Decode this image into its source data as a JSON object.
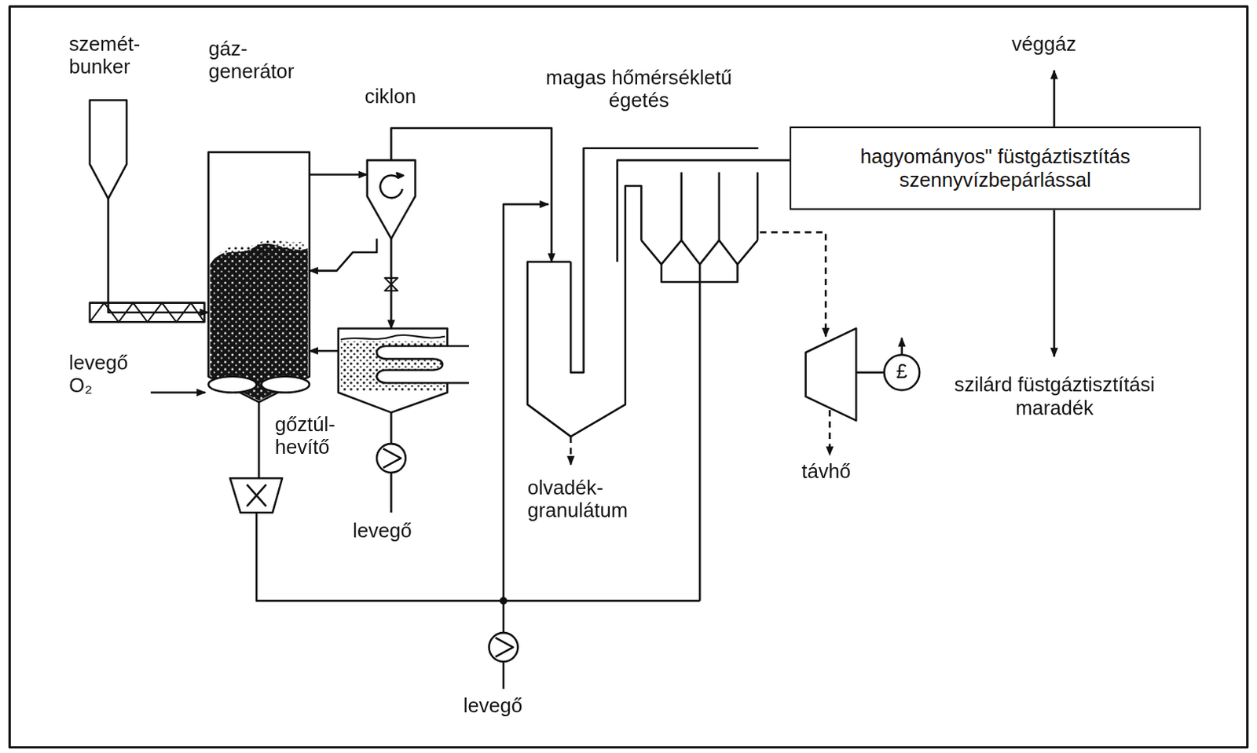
{
  "diagram": {
    "nodes": [
      {
        "text": [
          "szemét- bunker"
        ]
      },
      {
        "text": [
          "gáz- generátor"
        ]
      },
      {
        "text": [
          "ciklon"
        ]
      },
      {
        "text": [
          "magas hőmérsékletű égetés"
        ]
      },
      {
        "text": [
          "hagyományos\" füstgáztisztítás szennyvízbepárlással"
        ]
      },
      {
        "text": [
          "gőztúl- hevítő"
        ]
      }
    ],
    "edges": [
      {
        "from": 0,
        "to": 1,
        "arrow": "to"
      },
      {
        "from": 1,
        "to": 2,
        "arrow": "to"
      },
      {
        "from": 2,
        "to": 1,
        "arrow": "to"
      },
      {
        "from": 2,
        "to": 5,
        "arrow": "to"
      },
      {
        "from": 5,
        "to": 1,
        "arrow": "to"
      },
      {
        "from": 2,
        "to": 3,
        "arrow": "to"
      },
      {
        "from": 3,
        "to": 4,
        "arrow": "none"
      }
    ],
    "labels": [
      "levegő O₂",
      "levegő",
      "levegő",
      "olvadék- granulátum",
      "távhő",
      "£",
      "véggáz",
      "szilárd füstgáztisztítási maradék"
    ]
  }
}
